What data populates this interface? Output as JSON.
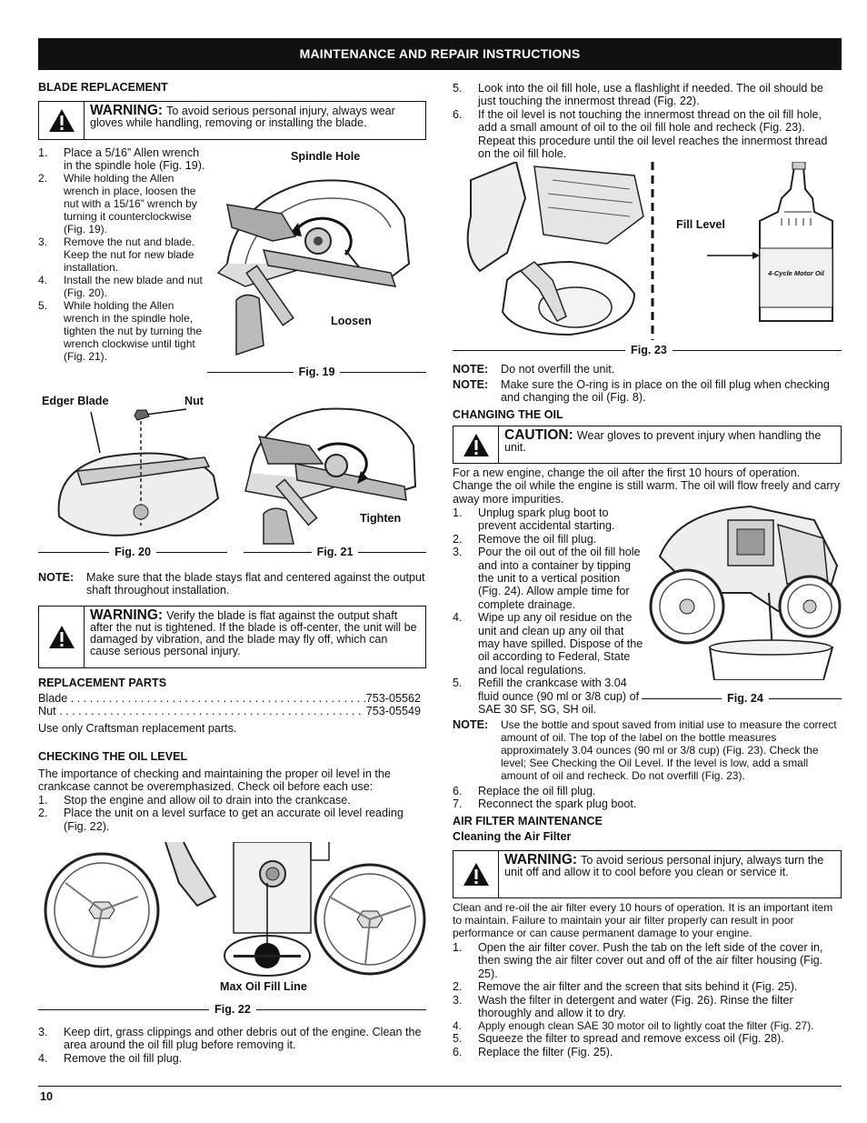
{
  "header": {
    "title": "MAINTENANCE AND REPAIR INSTRUCTIONS"
  },
  "left": {
    "blade_heading": "BLADE REPLACEMENT",
    "warning1": {
      "label": "WARNING:",
      "text": "To avoid serious personal injury, always wear gloves while handling, removing or installing the blade."
    },
    "blade_steps": [
      {
        "n": "1.",
        "text": "Place a 5/16” Allen wrench in the spindle hole (Fig. 19)."
      },
      {
        "n": "2.",
        "text": "While holding the Allen wrench in place, loosen the nut with a 15/16” wrench by turning it counterclockwise (Fig. 19)."
      },
      {
        "n": "3.",
        "text": "Remove the nut and blade. Keep the nut for new blade installation."
      },
      {
        "n": "4.",
        "text": "Install the new blade and nut (Fig. 20)."
      },
      {
        "n": "5.",
        "text": "While holding the Allen wrench in the spindle hole, tighten the nut by turning the wrench clockwise until tight (Fig. 21)."
      }
    ],
    "fig19": {
      "caption": "Fig. 19",
      "spindle_label": "Spindle Hole",
      "loosen_label": "Loosen"
    },
    "fig20": {
      "caption": "Fig. 20",
      "edger_label": "Edger Blade",
      "nut_label": "Nut"
    },
    "fig21": {
      "caption": "Fig. 21",
      "tighten_label": "Tighten"
    },
    "note1": {
      "label": "NOTE:",
      "text": "Make sure that the blade stays flat and centered against the output shaft throughout installation."
    },
    "warning2": {
      "label": "WARNING:",
      "text": "Verify the blade is flat against the output shaft after the nut is tightened. If the blade is off-center, the unit will be damaged by vibration, and the blade may fly off, which can cause serious personal injury."
    },
    "parts_heading": "REPLACEMENT PARTS",
    "parts": [
      {
        "name": "Blade",
        "number": "753-05562"
      },
      {
        "name": "Nut",
        "number": "753-05549"
      }
    ],
    "parts_note": "Use only Craftsman replacement parts.",
    "oil_heading": "CHECKING THE OIL LEVEL",
    "oil_intro": "The importance of checking and maintaining the proper oil level in the crankcase cannot be overemphasized. Check oil before each use:",
    "oil_steps_a": [
      {
        "n": "1.",
        "text": "Stop the engine and allow oil to drain into the crankcase."
      },
      {
        "n": "2.",
        "text": "Place the unit on a level surface to get an accurate oil level reading (Fig. 22)."
      }
    ],
    "fig22": {
      "caption": "Fig. 22",
      "max_label": "Max Oil Fill Line"
    },
    "oil_steps_b": [
      {
        "n": "3.",
        "text": "Keep dirt, grass clippings and other debris out of the engine. Clean the area around the oil fill plug before removing it."
      },
      {
        "n": "4.",
        "text": "Remove the oil fill plug."
      }
    ]
  },
  "right": {
    "oil_steps_c": [
      {
        "n": "5.",
        "text": "Look into the oil fill hole, use a flashlight if needed. The oil should be just touching the innermost thread (Fig. 22)."
      },
      {
        "n": "6.",
        "text": "If the oil level is not touching the innermost thread on the oil fill hole, add a small amount of oil to the oil fill hole and recheck (Fig. 23). Repeat this procedure until the oil level reaches the innermost thread on the oil fill hole."
      }
    ],
    "fig23": {
      "caption": "Fig. 23",
      "fill_label": "Fill Level",
      "bottle_label": "4-Cycle Motor Oil"
    },
    "note2": {
      "label": "NOTE:",
      "text": "Do not overfill the unit."
    },
    "note3": {
      "label": "NOTE:",
      "text": "Make sure the O-ring is in place on the oil fill plug when checking and changing the oil (Fig. 8)."
    },
    "change_heading": "CHANGING THE OIL",
    "caution": {
      "label": "CAUTION:",
      "text": "Wear gloves to prevent injury when handling the unit."
    },
    "change_intro": "For a new engine, change the oil after the first 10 hours of operation. Change the oil while the engine is still warm. The oil will flow freely and carry away more impurities.",
    "change_steps": [
      {
        "n": "1.",
        "text": "Unplug spark plug boot to prevent accidental starting."
      },
      {
        "n": "2.",
        "text": "Remove the oil fill plug."
      },
      {
        "n": "3.",
        "text": "Pour the oil out of the oil fill hole and into a container by tipping the unit to a vertical position (Fig. 24). Allow ample time for complete drainage."
      },
      {
        "n": "4.",
        "text": "Wipe up any oil residue on the unit and clean up any oil that may have spilled. Dispose of the oil according to Federal, State and local regulations."
      },
      {
        "n": "5.",
        "text": "Refill the crankcase with 3.04 fluid ounce (90 ml or 3/8 cup) of SAE 30 SF, SG, SH oil."
      }
    ],
    "fig24": {
      "caption": "Fig. 24"
    },
    "note4": {
      "label": "NOTE:",
      "text": "Use the bottle and spout saved from initial use to measure the correct amount of oil. The top of the label on the bottle measures approximately 3.04 ounces (90 ml or 3/8 cup) (Fig. 23). Check the level; See Checking the Oil Level. If the level is low, add a small amount of oil and recheck. Do not overfill (Fig. 23)."
    },
    "change_steps_b": [
      {
        "n": "6.",
        "text": "Replace the oil fill plug."
      },
      {
        "n": "7.",
        "text": "Reconnect the spark plug boot."
      }
    ],
    "air_heading": "AIR FILTER MAINTENANCE",
    "air_sub": "Cleaning the Air Filter",
    "warning3": {
      "label": "WARNING:",
      "text": "To avoid serious personal injury, always turn the unit off and allow it to cool before you clean or service it."
    },
    "air_intro": "Clean and re-oil the air filter every 10 hours of operation. It is an important item to maintain. Failure to maintain your air filter properly can result in poor performance or can cause permanent damage to your engine.",
    "air_steps": [
      {
        "n": "1.",
        "text": "Open the air filter cover. Push the tab on the left side of the cover in, then swing the air filter cover out and off of the air filter housing (Fig. 25)."
      },
      {
        "n": "2.",
        "text": "Remove the air filter and the screen that sits behind it (Fig. 25)."
      },
      {
        "n": "3.",
        "text": "Wash the filter in detergent and water (Fig. 26). Rinse the filter thoroughly and allow it to dry."
      },
      {
        "n": "4.",
        "text": "Apply enough clean SAE 30 motor oil to lightly coat the filter (Fig. 27)."
      },
      {
        "n": "5.",
        "text": "Squeeze the filter to spread and remove excess oil (Fig. 28)."
      },
      {
        "n": "6.",
        "text": "Replace the filter (Fig. 25)."
      }
    ]
  },
  "footer": {
    "page_number": "10"
  }
}
